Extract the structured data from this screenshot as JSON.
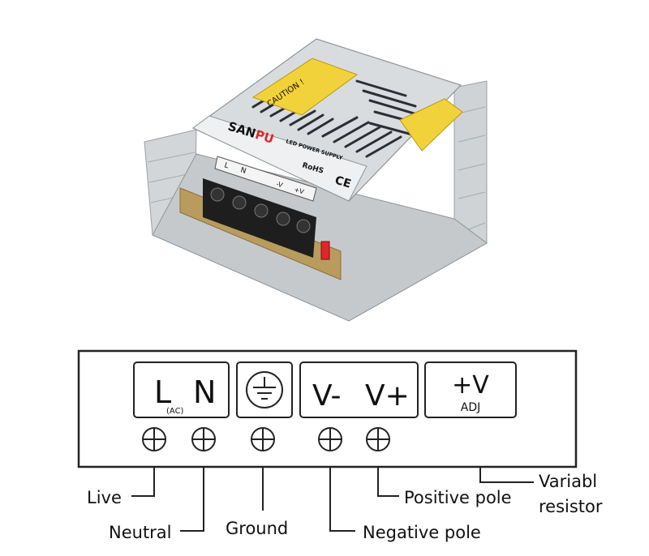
{
  "product": {
    "brand_text": "SAN",
    "brand_badge": "PU",
    "model_title": "LED POWER SUPPLY",
    "caution_text": "CAUTION !",
    "rohs_text": "RoHS",
    "ce_text": "CE",
    "label_L": "L",
    "label_N": "N",
    "label_vminus": "-V",
    "label_vplus": "+V",
    "colors": {
      "caution_yellow": "#f2d23b",
      "brand_red": "#e0262b",
      "pcb": "#b99b5e"
    }
  },
  "diagram": {
    "terminals": {
      "L": "L",
      "N": "N",
      "ac_note": "(AC)",
      "vminus": "V-",
      "vplus": "V+",
      "adj_main": "+V",
      "adj_sub": "ADJ"
    },
    "callouts": {
      "live": "Live",
      "neutral": "Neutral",
      "ground": "Ground",
      "negative": "Negative pole",
      "positive": "Positive pole",
      "variable_line1": "Variabl",
      "variable_line2": "resistor"
    }
  }
}
